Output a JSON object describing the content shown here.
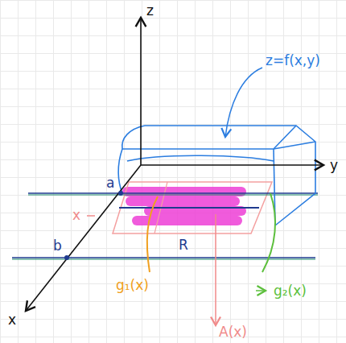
{
  "diagram": {
    "labels": [
      "z",
      "y",
      "x",
      "z=f(x,y)",
      "a",
      "b",
      "x",
      "R",
      "g₁(x)",
      "g₂(x)",
      "A(x)"
    ]
  }
}
